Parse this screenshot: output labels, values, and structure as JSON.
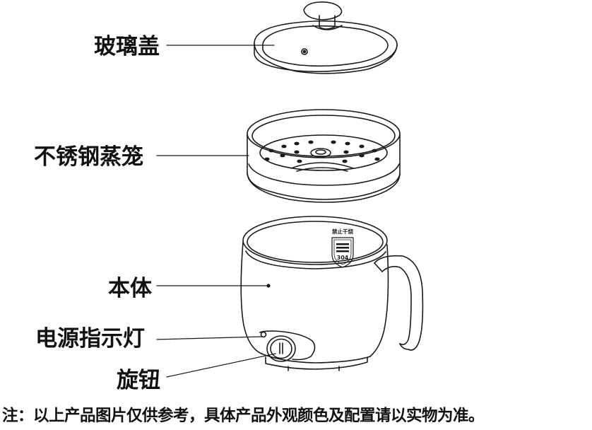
{
  "labels": {
    "glass_lid": "玻璃盖",
    "steamer": "不锈钢蒸笼",
    "body": "本体",
    "power_light": "电源指示灯",
    "knob": "旋钮"
  },
  "badge": {
    "top_text": "禁止干烧",
    "number": "304"
  },
  "footnote": "注：以上产品图片仅供参考，具体产品外观颜色及配置请以实物为准。"
}
